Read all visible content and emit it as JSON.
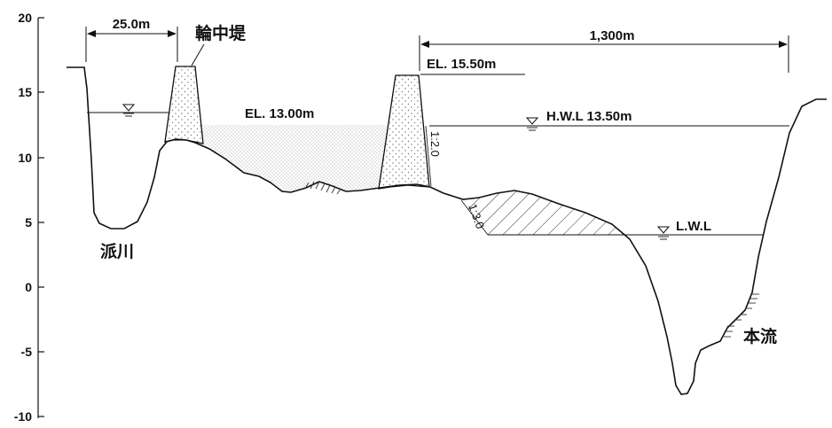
{
  "axis": {
    "y_ticks": [
      "20",
      "15",
      "10",
      "5",
      "0",
      "-5",
      "-10"
    ]
  },
  "labels": {
    "dike_width": "25.0m",
    "ring_dike": "輪中堤",
    "levee_distance": "1,300m",
    "el_levee_crown": "EL. 15.50m",
    "el_flood_area": "EL. 13.00m",
    "hwl": "H.W.L 13.50m",
    "lwl": "L.W.L",
    "branch_river": "派川",
    "main_river": "本流",
    "slope_levee": "1:2.0",
    "slope_bank": "1:3.0"
  },
  "colors": {
    "ink": "#111111",
    "fill_dots": "#888888"
  }
}
